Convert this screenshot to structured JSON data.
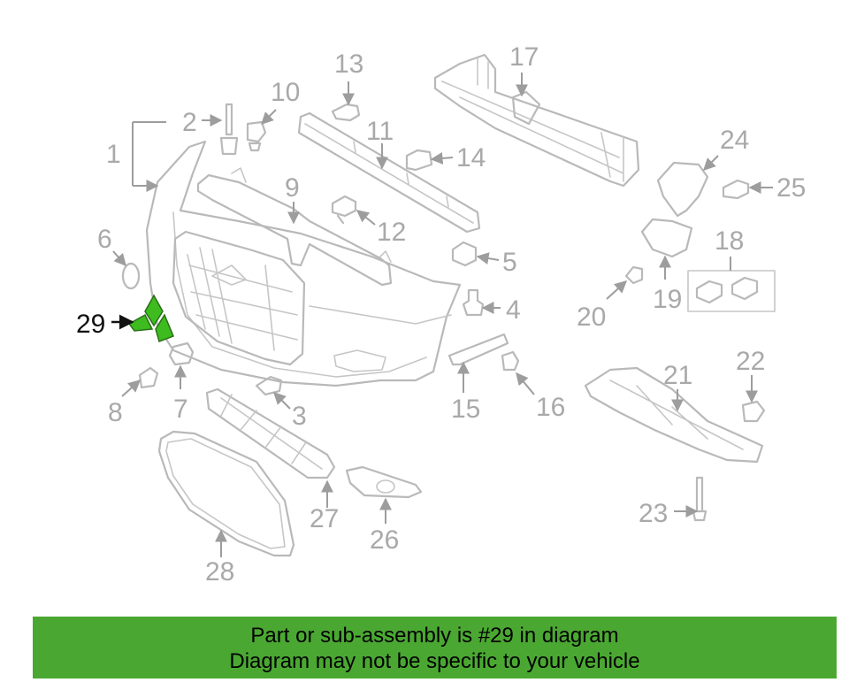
{
  "diagram": {
    "highlighted_part": "29",
    "accent_color": "#4aa832",
    "highlight_fill": "#3dbb1f",
    "callouts": [
      "1",
      "2",
      "3",
      "4",
      "5",
      "6",
      "7",
      "8",
      "9",
      "10",
      "11",
      "12",
      "13",
      "14",
      "15",
      "16",
      "17",
      "18",
      "19",
      "20",
      "21",
      "22",
      "23",
      "24",
      "25",
      "26",
      "27",
      "28",
      "29"
    ]
  },
  "banner": {
    "line1": "Part or sub-assembly is #29 in diagram",
    "line2": "Diagram may not be specific to your vehicle"
  }
}
